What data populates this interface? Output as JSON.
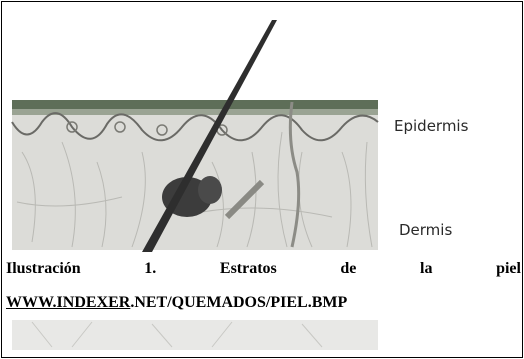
{
  "figure": {
    "labels": {
      "epidermis": "Epidermis",
      "dermis": "Dermis"
    },
    "caption": {
      "line1": [
        "Ilustración",
        "1.",
        "Estratos",
        "de",
        "la",
        "piel"
      ],
      "link_underlined": "WWW.INDEXER",
      "link_rest": ".NET/QUEMADOS/PIEL.BMP"
    },
    "colors": {
      "hair": "#2e2e2e",
      "epidermis": "#5e6e58",
      "dermis_bg": "#d8d8d4"
    }
  }
}
